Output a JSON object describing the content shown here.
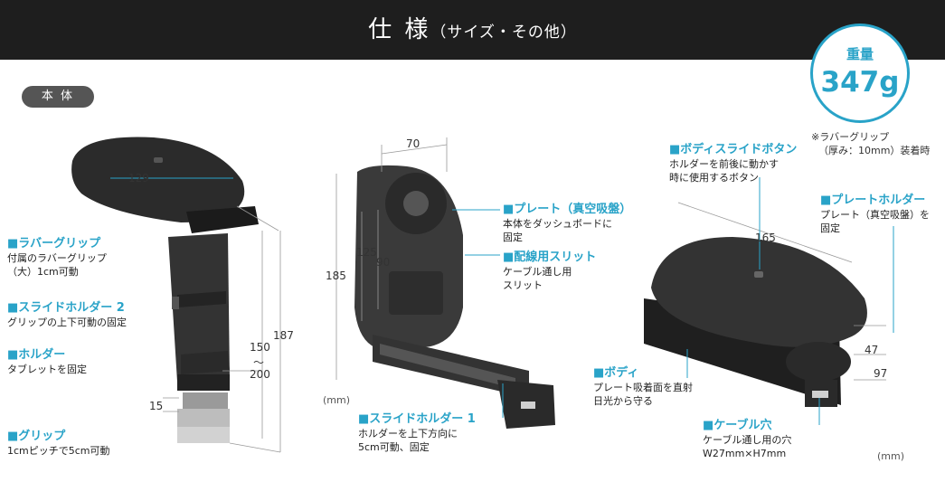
{
  "header": {
    "title": "仕 様",
    "subtitle": "（サイズ・その他）"
  },
  "section_label": "本 体",
  "weight": {
    "label": "重量",
    "value": "347g"
  },
  "weight_note": {
    "line1": "※ラバーグリップ",
    "line2": "（厚み：10mm）装着時"
  },
  "callouts": {
    "rubber_grip": {
      "title": "■ラバーグリップ",
      "desc1": "付属のラバーグリップ",
      "desc2": "（大）1cm可動"
    },
    "slide_holder_2": {
      "title": "■スライドホルダー 2",
      "desc1": "グリップの上下可動の固定"
    },
    "holder": {
      "title": "■ホルダー",
      "desc1": "タブレットを固定"
    },
    "grip": {
      "title": "■グリップ",
      "desc1": "1cmピッチで5cm可動"
    },
    "plate": {
      "title": "■プレート（真空吸盤）",
      "desc1": "本体をダッシュボードに",
      "desc2": "固定"
    },
    "cable_slit": {
      "title": "■配線用スリット",
      "desc1": "ケーブル通し用",
      "desc2": "スリット"
    },
    "slide_holder_1": {
      "title": "■スライドホルダー 1",
      "desc1": "ホルダーを上下方向に",
      "desc2": "5cm可動、固定"
    },
    "body_slide_button": {
      "title": "■ボディスライドボタン",
      "desc1": "ホルダーを前後に動かす",
      "desc2": "時に使用するボタン"
    },
    "plate_holder": {
      "title": "■プレートホルダー",
      "desc1": "プレート（真空吸盤）を",
      "desc2": "固定"
    },
    "body": {
      "title": "■ボディ",
      "desc1": "プレート吸着面を直射",
      "desc2": "日光から守る"
    },
    "cable_hole": {
      "title": "■ケーブル穴",
      "desc1": "ケーブル通し用の穴",
      "desc2": "W27mm×H7mm"
    }
  },
  "dimensions": {
    "d129": "129",
    "d187": "187",
    "d150": "150",
    "d_tilde": "～",
    "d200": "200",
    "d15": "15",
    "d70": "70",
    "d185": "185",
    "d125": "125",
    "d90": "90",
    "d165": "165",
    "d47": "47",
    "d97": "97"
  },
  "unit_labels": {
    "left": "(mm)",
    "right": "(mm)"
  },
  "colors": {
    "accent": "#29a3c8",
    "header_bg": "#1e1e1e",
    "pill_bg": "#555555",
    "product": "#2b2b2b"
  }
}
